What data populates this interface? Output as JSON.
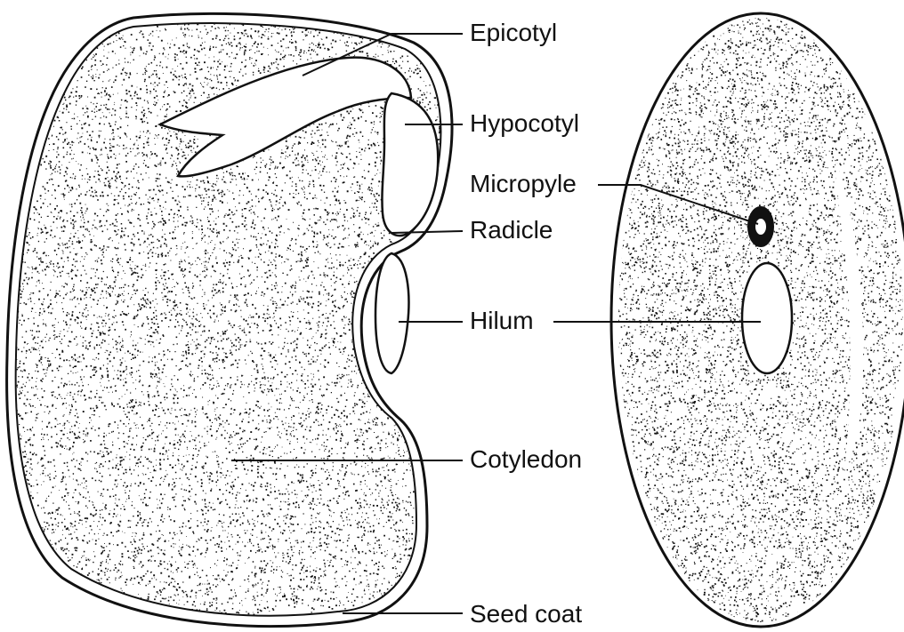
{
  "labels": {
    "epicotyl": "Epicotyl",
    "hypocotyl": "Hypocotyl",
    "micropyle": "Micropyle",
    "radicle": "Radicle",
    "hilum": "Hilum",
    "cotyledon": "Cotyledon",
    "seed_coat": "Seed coat"
  },
  "colors": {
    "ink": "#111111",
    "paper": "#ffffff"
  }
}
